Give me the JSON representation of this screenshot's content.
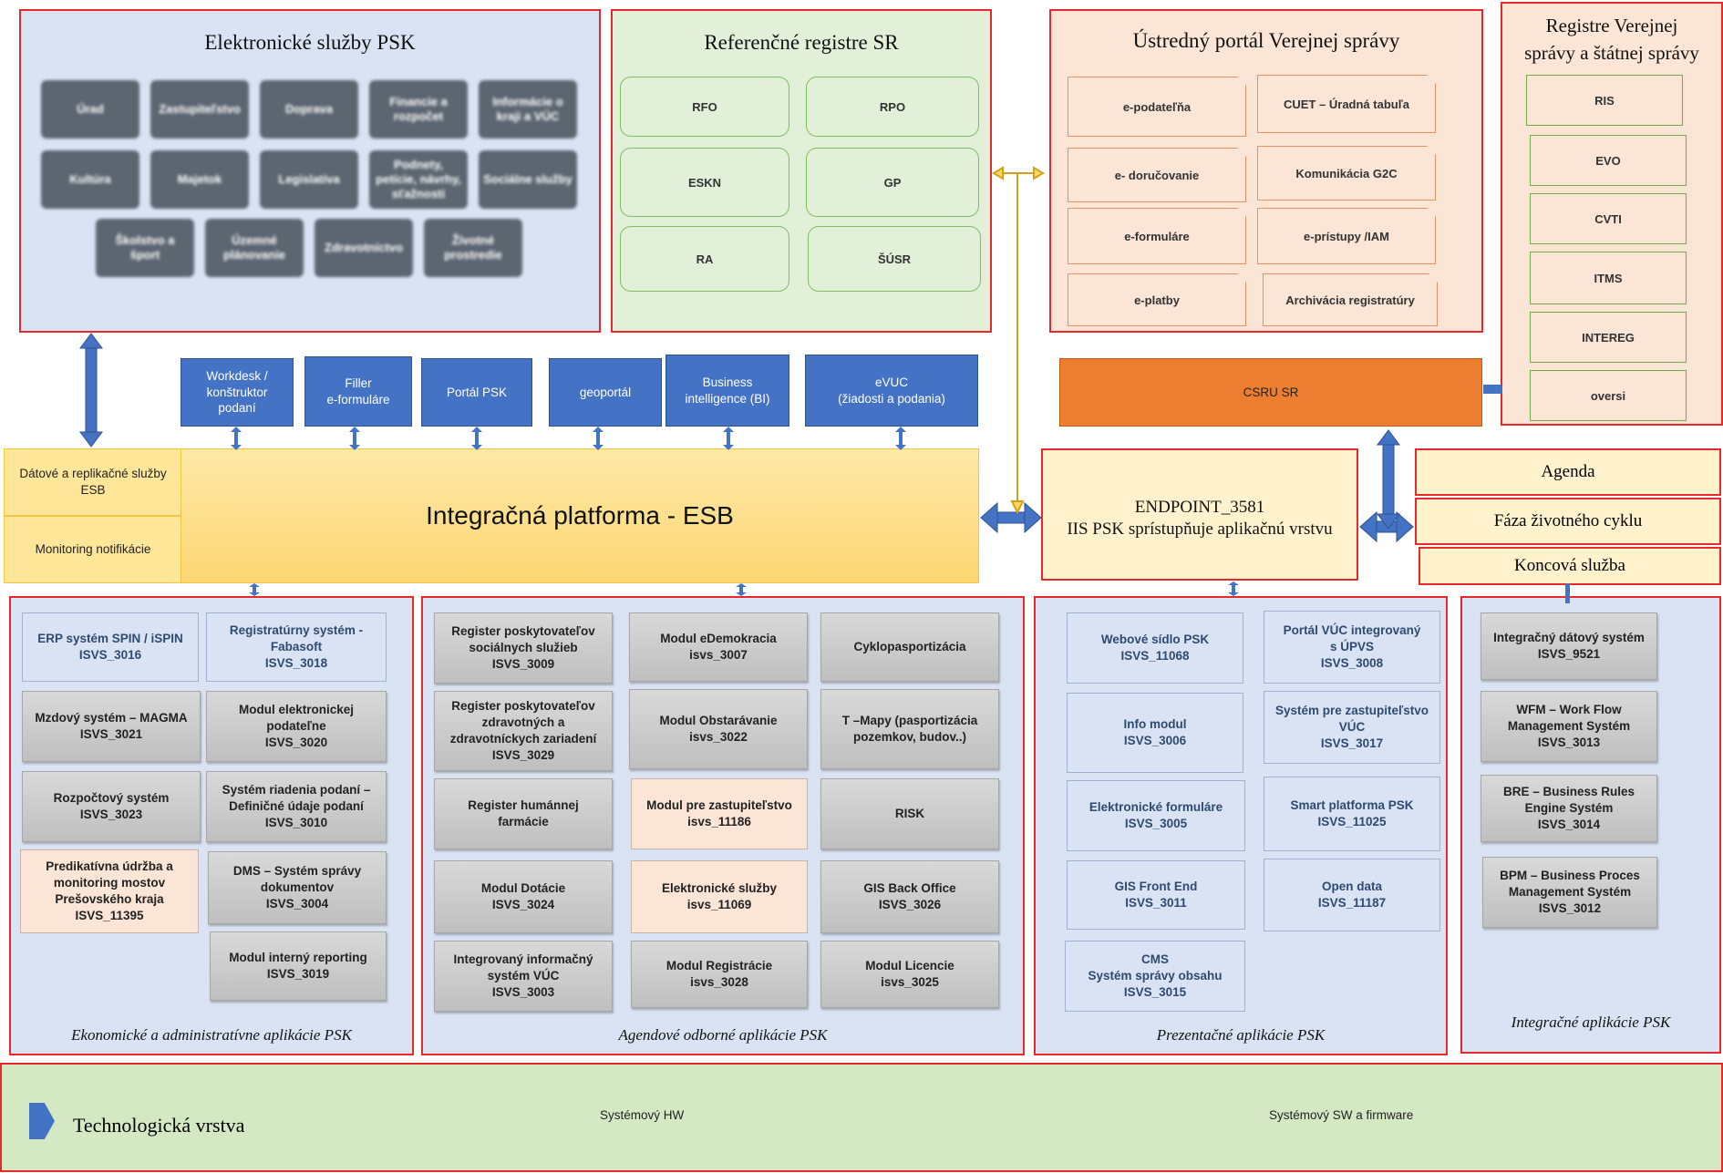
{
  "elektronicke_sluzby": {
    "title": "Elektronické služby PSK",
    "items": [
      "Úrad",
      "Zastupiteľstvo",
      "Doprava",
      "Financie a rozpočet",
      "Informácie o kraji a VÚC",
      "Kultúra",
      "Majetok",
      "Legislatíva",
      "Podnety, petície, návrhy, sťažnosti",
      "Sociálne služby",
      "Školstvo a šport",
      "Územné plánovanie",
      "Zdravotníctvo",
      "Životné prostredie"
    ]
  },
  "referencne_registre": {
    "title": "Referenčné registre SR",
    "items": [
      "RFO",
      "RPO",
      "ESKN",
      "GP",
      "RA",
      "ŠÚSR"
    ]
  },
  "ustredny_portal": {
    "title": "Ústredný portál Verejnej správy",
    "items": [
      "e-podateľňa",
      "CUET – Úradná tabuľa",
      "e- doručovanie",
      "Komunikácia G2C",
      "e-formuláre",
      "e-prístupy /IAM",
      "e-platby",
      "Archivácia registratúry"
    ]
  },
  "registre_vs": {
    "title_line1": "Registre Verejnej",
    "title_line2": "správy a štátnej správy",
    "items": [
      "RIS",
      "EVO",
      "CVTI",
      "ITMS",
      "INTEREG",
      "oversi"
    ]
  },
  "blue_apps": [
    "Workdesk /\nkonštruktor\npodaní",
    "Filler\ne-formuláre",
    "Portál PSK",
    "geoportál",
    "Business\nintelligence (BI)",
    "eVUC\n(žiadosti a podania)"
  ],
  "csru": "CSRU SR",
  "esb": {
    "title": "Integračná platforma - ESB",
    "side1": "Dátové a replikačné služby\nESB",
    "side2": "Monitoring notifikácie"
  },
  "endpoint": {
    "line1": "ENDPOINT_3581",
    "line2": "IIS PSK sprístupňuje aplikačnú vrstvu"
  },
  "legend": [
    "Agenda",
    "Fáza životného cyklu",
    "Koncová služba"
  ],
  "ekonomicke": {
    "caption": "Ekonomické a administratívne aplikácie PSK",
    "items": [
      "ERP systém SPIN / iSPIN\nISVS_3016",
      "Registratúrny systém -\nFabasoft\nISVS_3018",
      "Mzdový systém – MAGMA\nISVS_3021",
      "Modul elektronickej\npodateľne\nISVS_3020",
      "Rozpočtový systém\nISVS_3023",
      "Systém riadenia podaní –\nDefiničné údaje podaní\nISVS_3010",
      "Predikatívna údržba a\nmonitoring mostov\nPrešovského kraja\nISVS_11395",
      "DMS – Systém správy\ndokumentov\nISVS_3004",
      "Modul interný reporting\nISVS_3019"
    ]
  },
  "agendove": {
    "caption": "Agendové odborné aplikácie PSK",
    "items": [
      "Register poskytovateľov\nsociálnych služieb\nISVS_3009",
      "Modul eDemokracia\nisvs_3007",
      "Cyklopasportizácia",
      "Register poskytovateľov\nzdravotných a\nzdravotníckych zariadení\nISVS_3029",
      "Modul Obstarávanie\nisvs_3022",
      "T –Mapy (pasportizácia\npozemkov, budov..)",
      "Register humánnej\nfarmácie",
      "Modul pre zastupiteľstvo\nisvs_11186",
      "RISK",
      "Modul Dotácie\nISVS_3024",
      "Elektronické služby\nisvs_11069",
      "GIS Back Office\nISVS_3026",
      "Integrovaný informačný\nsystém VÚC\nISVS_3003",
      "Modul Registrácie\nisvs_3028",
      "Modul Licencie\nisvs_3025"
    ]
  },
  "prezentacne": {
    "caption": "Prezentačné aplikácie PSK",
    "items": [
      "Webové sídlo PSK\nISVS_11068",
      "Portál VÚC integrovaný\ns ÚPVS\nISVS_3008",
      "Info modul\nISVS_3006",
      "Systém pre zastupiteľstvo\nVÚC\nISVS_3017",
      "Elektronické formuláre\nISVS_3005",
      "Smart platforma PSK\nISVS_11025",
      "GIS Front End\nISVS_3011",
      "Open data\nISVS_11187",
      "CMS\nSystém správy obsahu\nISVS_3015"
    ]
  },
  "integracne": {
    "caption": "Integračné aplikácie PSK",
    "items": [
      "Integračný dátový systém\nISVS_9521",
      "WFM – Work Flow\nManagement Systém\nISVS_3013",
      "BRE – Business Rules\nEngine Systém\nISVS_3014",
      "BPM – Business Proces\nManagement Systém\nISVS_3012"
    ]
  },
  "technologicka": {
    "title": "Technologická vrstva",
    "hw": "Systémový HW",
    "sw": "Systémový SW a firmware"
  },
  "colors": {
    "red_border": "#e8292b",
    "blue_panel": "#dae3f3",
    "green_panel": "#e2f0d9",
    "orange_panel": "#fbe5d6",
    "esb_yellow": "#ffd966",
    "csru_orange": "#ed7d31",
    "blue_app": "#4472c4"
  }
}
